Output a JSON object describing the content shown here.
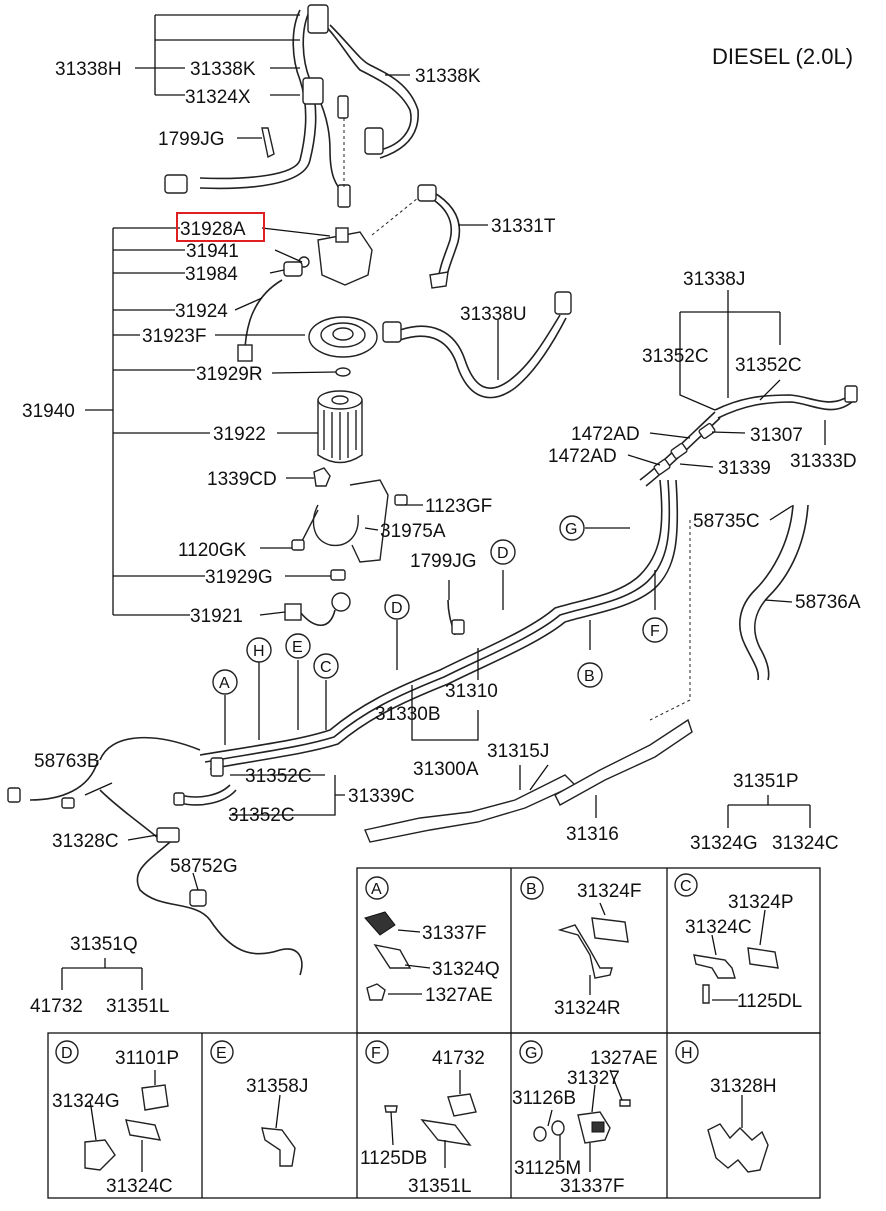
{
  "title": "DIESEL (2.0L)",
  "highlighted_part": "31928A",
  "labels": {
    "p31338H": "31338H",
    "p31338K_a": "31338K",
    "p31338K_b": "31338K",
    "p31324X": "31324X",
    "p1799JG_a": "1799JG",
    "p31928A": "31928A",
    "p31941": "31941",
    "p31984": "31984",
    "p31924": "31924",
    "p31923F": "31923F",
    "p31929R": "31929R",
    "p31940": "31940",
    "p31922": "31922",
    "p1339CD": "1339CD",
    "p1123GF": "1123GF",
    "p31975A": "31975A",
    "p1120GK": "1120GK",
    "p31929G": "31929G",
    "p31921": "31921",
    "p31331T": "31331T",
    "p31338U": "31338U",
    "p31338J": "31338J",
    "p31352C_a": "31352C",
    "p31352C_b": "31352C",
    "p1472AD_a": "1472AD",
    "p31307": "31307",
    "p1472AD_b": "1472AD",
    "p31339": "31339",
    "p31333D": "31333D",
    "p58735C": "58735C",
    "p58736A": "58736A",
    "p1799JG_b": "1799JG",
    "p31310": "31310",
    "p31330B": "31330B",
    "p31300A": "31300A",
    "p31315J": "31315J",
    "p31316": "31316",
    "p58763B": "58763B",
    "p31352C_c": "31352C",
    "p31339C": "31339C",
    "p31352C_d": "31352C",
    "p31328C": "31328C",
    "p58752G": "58752G",
    "p31351P": "31351P",
    "p31324G_a": "31324G",
    "p31324C_a": "31324C",
    "p31351Q": "31351Q",
    "p41732_a": "41732",
    "p31351L_a": "31351L"
  },
  "callouts": {
    "A": "A",
    "B": "B",
    "C": "C",
    "D": "D",
    "E": "E",
    "F": "F",
    "G": "G",
    "H": "H"
  },
  "detail_boxes": {
    "A": {
      "letter": "A",
      "parts": [
        "31337F",
        "31324Q",
        "1327AE"
      ]
    },
    "B": {
      "letter": "B",
      "parts": [
        "31324F",
        "31324R"
      ]
    },
    "C": {
      "letter": "C",
      "parts": [
        "31324P",
        "31324C",
        "1125DL"
      ]
    },
    "D": {
      "letter": "D",
      "parts": [
        "31101P",
        "31324G",
        "31324C"
      ]
    },
    "E": {
      "letter": "E",
      "parts": [
        "31358J"
      ]
    },
    "F": {
      "letter": "F",
      "parts": [
        "41732",
        "1125DB",
        "31351L"
      ]
    },
    "G": {
      "letter": "G",
      "parts": [
        "1327AE",
        "31327",
        "31126B",
        "31125M",
        "31337F"
      ]
    },
    "H": {
      "letter": "H",
      "parts": [
        "31328H"
      ]
    }
  }
}
